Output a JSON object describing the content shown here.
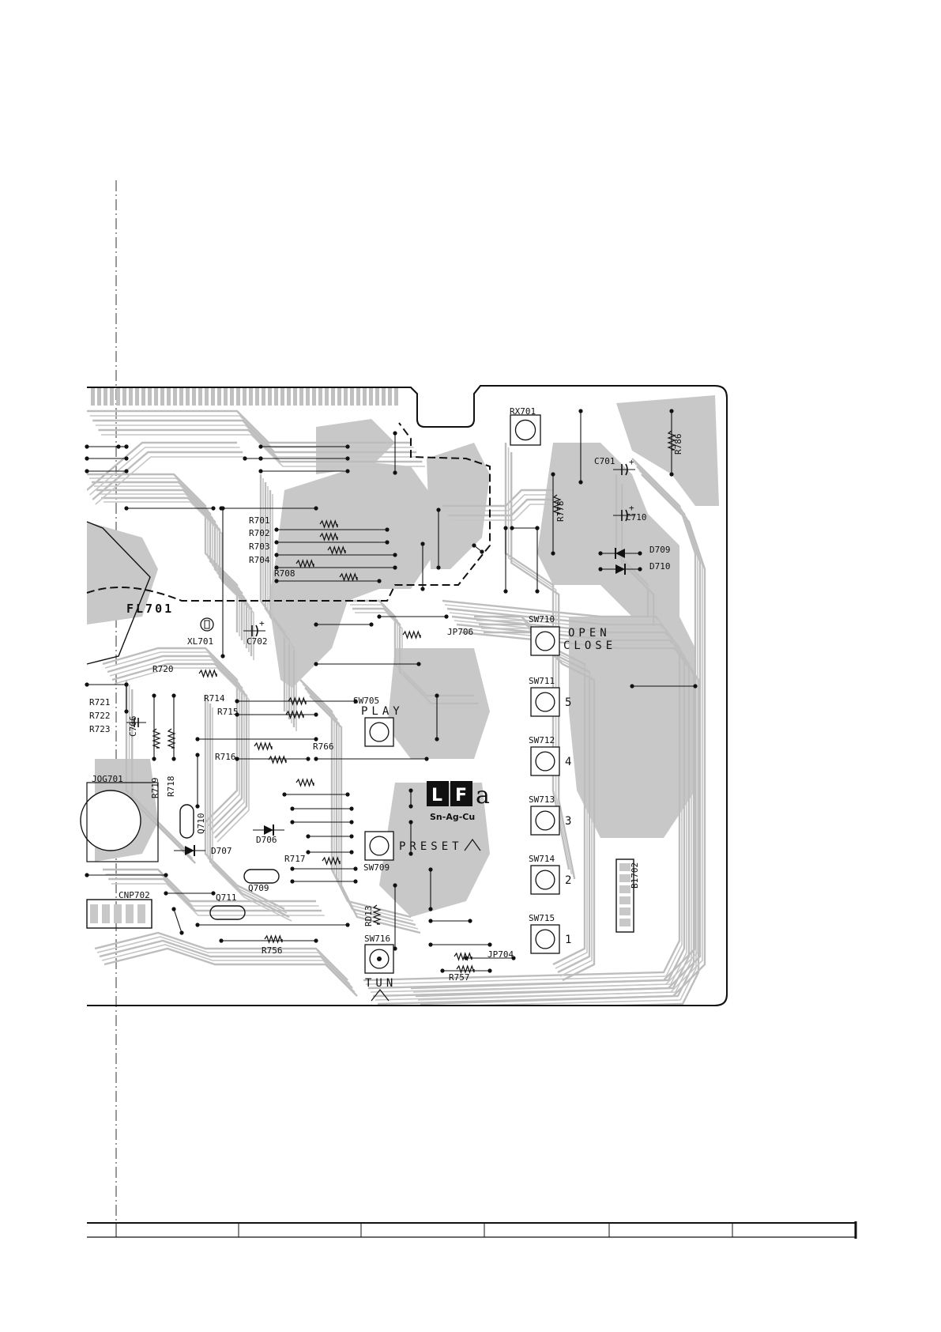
{
  "board": {
    "fl_label": "FL701",
    "logo": {
      "l": "L",
      "f": "F",
      "a": "a",
      "alloy": "Sn-Ag-Cu"
    },
    "legend": {
      "open": "OPEN",
      "close": "CLOSE",
      "play": "PLAY",
      "preset": "PRESET",
      "tun": "TUN",
      "n5": "5",
      "n4": "4",
      "n3": "3",
      "n2": "2",
      "n1": "1"
    },
    "refs": {
      "rx701": "RX701",
      "r786": "R786",
      "c701": "C701",
      "c710": "C710",
      "r778": "R778",
      "d709": "D709",
      "d710": "D710",
      "r701": "R701",
      "r702": "R702",
      "r703": "R703",
      "r704": "R704",
      "r708": "R708",
      "xl701": "XL701",
      "c702": "C702",
      "jp706": "JP706",
      "r720": "R720",
      "r721": "R721",
      "r722": "R722",
      "r723": "R723",
      "c706": "C706",
      "r714": "R714",
      "r715": "R715",
      "sw705": "SW705",
      "r716": "R716",
      "r766": "R766",
      "r719": "R719",
      "r718": "R718",
      "jog701": "JOG701",
      "q710": "Q710",
      "d707": "D707",
      "d706": "D706",
      "r717": "R717",
      "sw709": "SW709",
      "q709": "Q709",
      "cnp702": "CNP702",
      "q711": "Q711",
      "r756": "R756",
      "rd13": "RD13",
      "sw716": "SW716",
      "jp704": "JP704",
      "r757": "R757",
      "sw710": "SW710",
      "sw711": "SW711",
      "sw712": "SW712",
      "sw713": "SW713",
      "sw714": "SW714",
      "sw715": "SW715",
      "b1702": "B1702"
    }
  }
}
